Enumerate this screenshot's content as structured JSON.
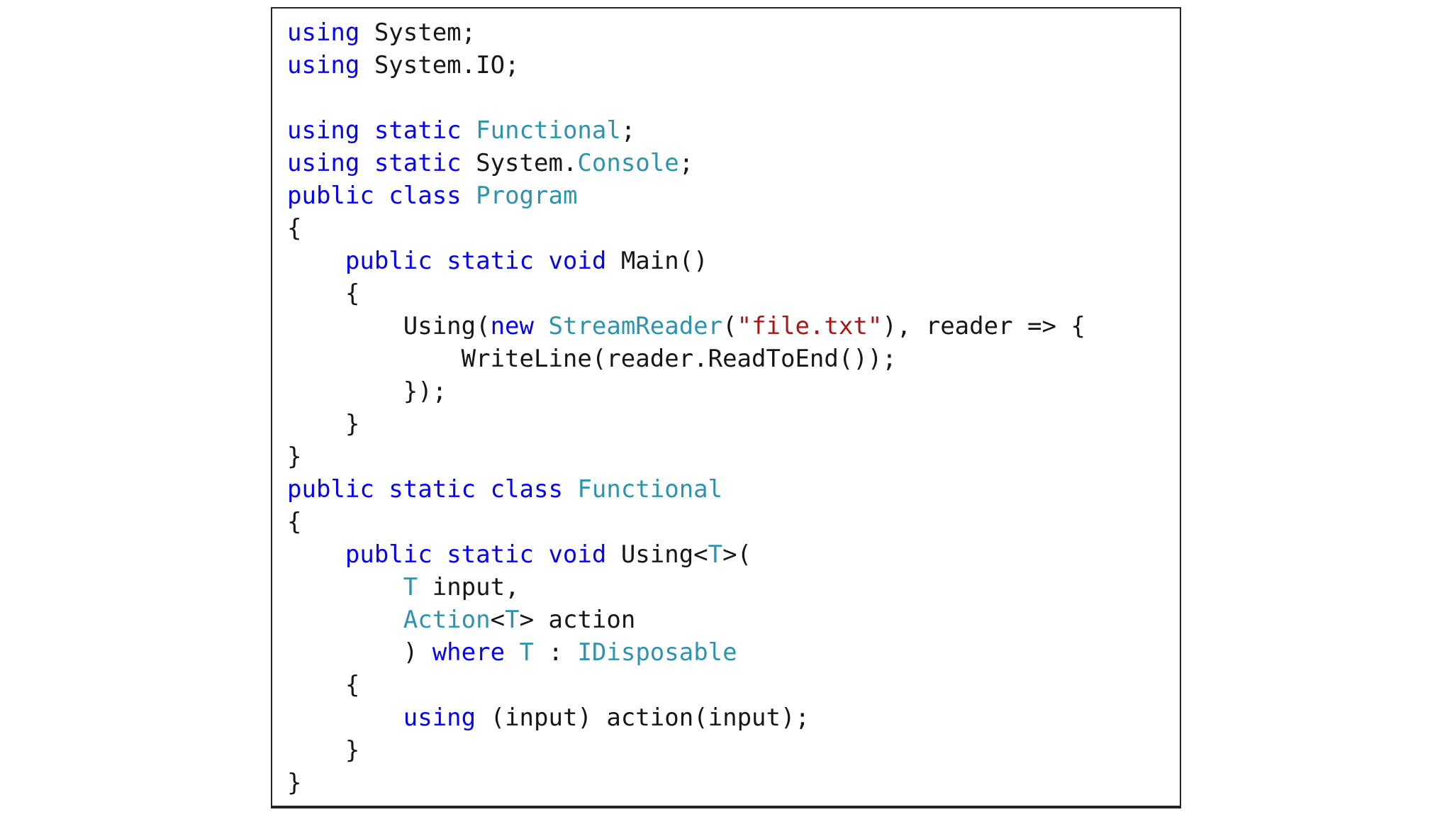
{
  "page": {
    "background": "#ffffff"
  },
  "colors": {
    "keyword": "#0505ed",
    "type": "#2e93ad",
    "string": "#a51818",
    "plain": "#161616",
    "border": "#232328"
  },
  "code": {
    "language": "csharp",
    "lines": [
      {
        "tokens": [
          {
            "t": "using",
            "c": "kw"
          },
          {
            "t": " System;",
            "c": "pl"
          }
        ]
      },
      {
        "tokens": [
          {
            "t": "using",
            "c": "kw"
          },
          {
            "t": " System.IO;",
            "c": "pl"
          }
        ]
      },
      {
        "tokens": []
      },
      {
        "tokens": [
          {
            "t": "using static",
            "c": "kw"
          },
          {
            "t": " ",
            "c": "pl"
          },
          {
            "t": "Functional",
            "c": "ty"
          },
          {
            "t": ";",
            "c": "pl"
          }
        ]
      },
      {
        "tokens": [
          {
            "t": "using static",
            "c": "kw"
          },
          {
            "t": " System.",
            "c": "pl"
          },
          {
            "t": "Console",
            "c": "ty"
          },
          {
            "t": ";",
            "c": "pl"
          }
        ]
      },
      {
        "tokens": [
          {
            "t": "public class",
            "c": "kw"
          },
          {
            "t": " ",
            "c": "pl"
          },
          {
            "t": "Program",
            "c": "ty"
          }
        ]
      },
      {
        "tokens": [
          {
            "t": "{",
            "c": "pl"
          }
        ]
      },
      {
        "tokens": [
          {
            "t": "    ",
            "c": "pl"
          },
          {
            "t": "public static void",
            "c": "kw"
          },
          {
            "t": " Main()",
            "c": "pl"
          }
        ]
      },
      {
        "tokens": [
          {
            "t": "    {",
            "c": "pl"
          }
        ]
      },
      {
        "tokens": [
          {
            "t": "        Using(",
            "c": "pl"
          },
          {
            "t": "new",
            "c": "kw"
          },
          {
            "t": " ",
            "c": "pl"
          },
          {
            "t": "StreamReader",
            "c": "ty"
          },
          {
            "t": "(",
            "c": "pl"
          },
          {
            "t": "\"file.txt\"",
            "c": "st"
          },
          {
            "t": "), reader => {",
            "c": "pl"
          }
        ]
      },
      {
        "tokens": [
          {
            "t": "            WriteLine(reader.ReadToEnd());",
            "c": "pl"
          }
        ]
      },
      {
        "tokens": [
          {
            "t": "        });",
            "c": "pl"
          }
        ]
      },
      {
        "tokens": [
          {
            "t": "    }",
            "c": "pl"
          }
        ]
      },
      {
        "tokens": [
          {
            "t": "}",
            "c": "pl"
          }
        ]
      },
      {
        "tokens": [
          {
            "t": "public static class",
            "c": "kw"
          },
          {
            "t": " ",
            "c": "pl"
          },
          {
            "t": "Functional",
            "c": "ty"
          }
        ]
      },
      {
        "tokens": [
          {
            "t": "{",
            "c": "pl"
          }
        ]
      },
      {
        "tokens": [
          {
            "t": "    ",
            "c": "pl"
          },
          {
            "t": "public static void",
            "c": "kw"
          },
          {
            "t": " Using<",
            "c": "pl"
          },
          {
            "t": "T",
            "c": "ty"
          },
          {
            "t": ">(",
            "c": "pl"
          }
        ]
      },
      {
        "tokens": [
          {
            "t": "        ",
            "c": "pl"
          },
          {
            "t": "T",
            "c": "ty"
          },
          {
            "t": " input,",
            "c": "pl"
          }
        ]
      },
      {
        "tokens": [
          {
            "t": "        ",
            "c": "pl"
          },
          {
            "t": "Action",
            "c": "ty"
          },
          {
            "t": "<",
            "c": "pl"
          },
          {
            "t": "T",
            "c": "ty"
          },
          {
            "t": "> action",
            "c": "pl"
          }
        ]
      },
      {
        "tokens": [
          {
            "t": "        ) ",
            "c": "pl"
          },
          {
            "t": "where",
            "c": "kw"
          },
          {
            "t": " ",
            "c": "pl"
          },
          {
            "t": "T",
            "c": "ty"
          },
          {
            "t": " : ",
            "c": "pl"
          },
          {
            "t": "IDisposable",
            "c": "ty"
          }
        ]
      },
      {
        "tokens": [
          {
            "t": "    {",
            "c": "pl"
          }
        ]
      },
      {
        "tokens": [
          {
            "t": "        ",
            "c": "pl"
          },
          {
            "t": "using",
            "c": "kw"
          },
          {
            "t": " (input) action(input);",
            "c": "pl"
          }
        ]
      },
      {
        "tokens": [
          {
            "t": "    }",
            "c": "pl"
          }
        ]
      },
      {
        "tokens": [
          {
            "t": "}",
            "c": "pl"
          }
        ]
      }
    ]
  }
}
